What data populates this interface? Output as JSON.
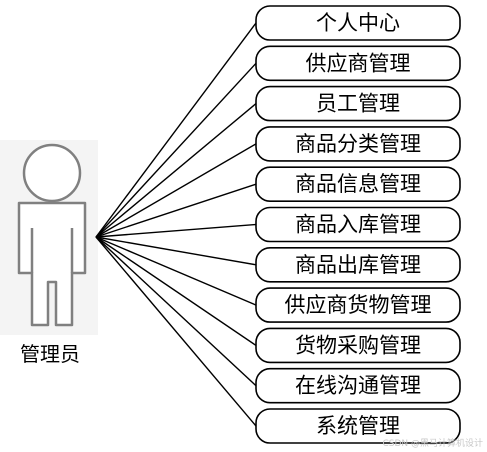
{
  "actor": {
    "label": "管理员"
  },
  "use_cases": [
    {
      "label": "个人中心"
    },
    {
      "label": "供应商管理"
    },
    {
      "label": "员工管理"
    },
    {
      "label": "商品分类管理"
    },
    {
      "label": "商品信息管理"
    },
    {
      "label": "商品入库管理"
    },
    {
      "label": "商品出库管理"
    },
    {
      "label": "供应商货物管理"
    },
    {
      "label": "货物采购管理"
    },
    {
      "label": "在线沟通管理"
    },
    {
      "label": "系统管理"
    }
  ],
  "watermark": "CSDN @黑马计算机设计",
  "colors": {
    "stroke": "#000000",
    "actor_stroke": "#808080",
    "background": "#ffffff",
    "watermark": "#c8c8c8"
  }
}
